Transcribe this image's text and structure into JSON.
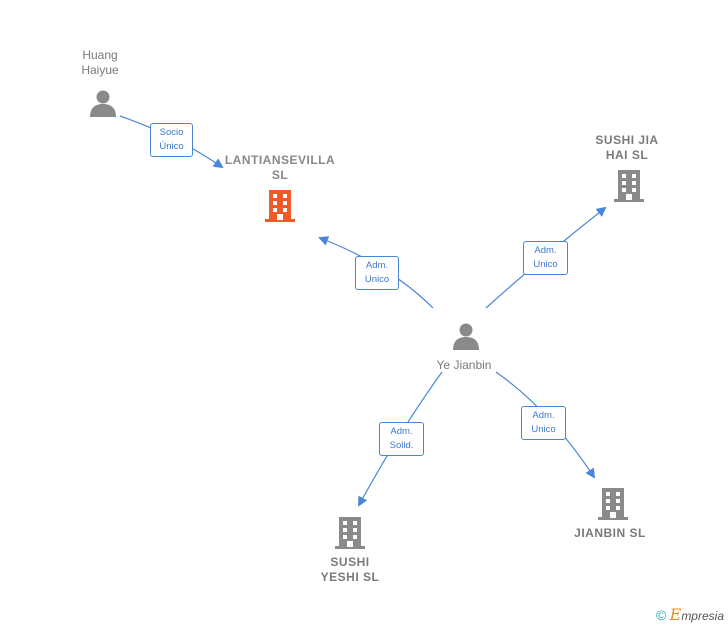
{
  "nodes": {
    "huang": {
      "label": "Huang Haiyue",
      "line1": "Huang",
      "line2": "Haiyue",
      "type": "person"
    },
    "lantian": {
      "label": "LANTIANSEVILLA SL",
      "line1": "LANTIANSEVILLA",
      "line2": "SL",
      "type": "company",
      "highlight": true
    },
    "sushi_jia": {
      "label": "SUSHI JIA HAI SL",
      "line1": "SUSHI JIA",
      "line2": "HAI  SL",
      "type": "company"
    },
    "ye": {
      "label": "Ye Jianbin",
      "type": "person"
    },
    "sushi_yeshi": {
      "label": "SUSHI YESHI SL",
      "line1": "SUSHI",
      "line2": "YESHI SL",
      "type": "company"
    },
    "jianbin": {
      "label": "JIANBIN SL",
      "type": "company"
    }
  },
  "edges": [
    {
      "from": "huang",
      "to": "lantian",
      "line1": "Socio",
      "line2": "Único"
    },
    {
      "from": "ye",
      "to": "lantian",
      "line1": "Adm.",
      "line2": "Unico"
    },
    {
      "from": "ye",
      "to": "sushi_jia",
      "line1": "Adm.",
      "line2": "Unico"
    },
    {
      "from": "ye",
      "to": "sushi_yeshi",
      "line1": "Adm.",
      "line2": "Solid."
    },
    {
      "from": "ye",
      "to": "jianbin",
      "line1": "Adm.",
      "line2": "Unico"
    }
  ],
  "colors": {
    "edge": "#4a86d8",
    "icon": "#8a8a8a",
    "highlight": "#f05a28"
  },
  "footer": {
    "copyright": "©",
    "brand_initial": "E",
    "brand_rest": "mpresia"
  }
}
